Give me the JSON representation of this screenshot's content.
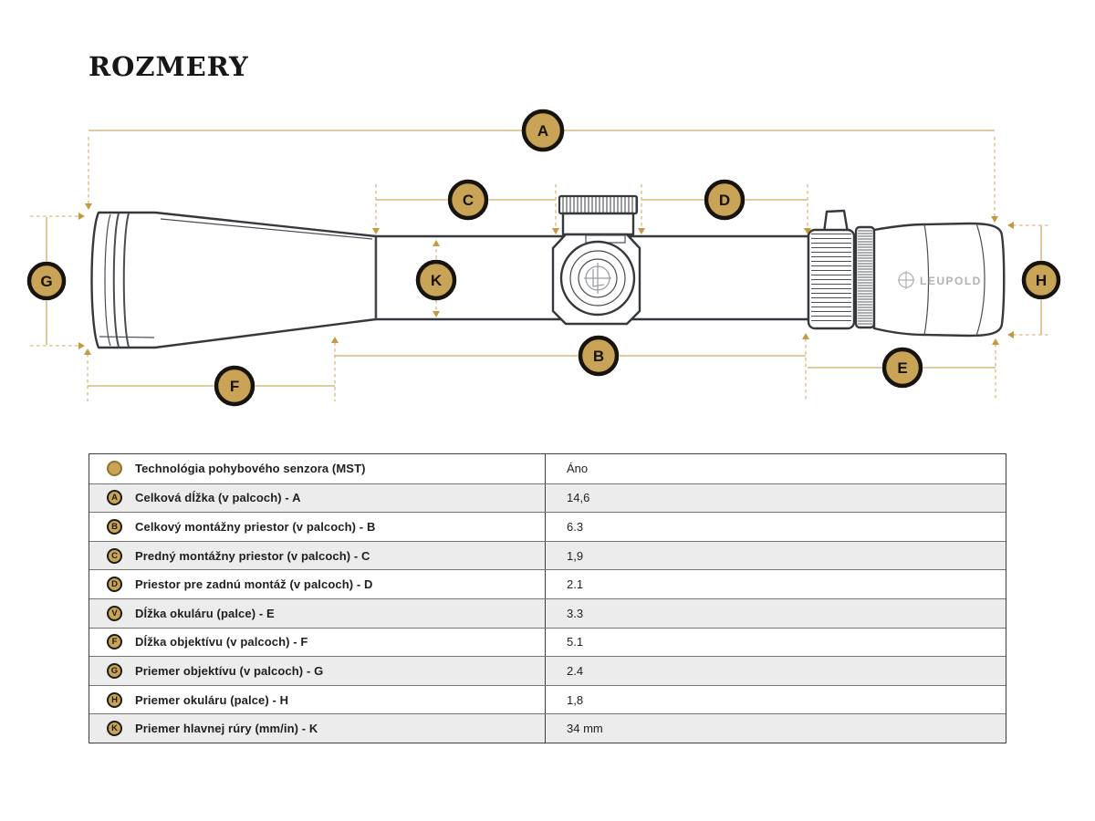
{
  "page_title": "ROZMERY",
  "diagram": {
    "wordmark": "LEUPOLD",
    "badges": {
      "a": "A",
      "b": "B",
      "c": "C",
      "d": "D",
      "e": "E",
      "f": "F",
      "g": "G",
      "h": "H",
      "k": "K"
    }
  },
  "table": {
    "rows": [
      {
        "badge": "",
        "label": "Technológia pohybového senzora (MST)",
        "value": "Áno"
      },
      {
        "badge": "A",
        "label": "Celková dĺžka (v palcoch) - A",
        "value": "14,6"
      },
      {
        "badge": "B",
        "label": "Celkový montážny priestor (v palcoch) - B",
        "value": "6.3"
      },
      {
        "badge": "C",
        "label": "Predný montážny priestor (v palcoch) - C",
        "value": "1,9"
      },
      {
        "badge": "D",
        "label": "Priestor pre zadnú montáž (v palcoch) - D",
        "value": "2.1"
      },
      {
        "badge": "V",
        "label": "Dĺžka okuláru (palce) - E",
        "value": "3.3"
      },
      {
        "badge": "F",
        "label": "Dĺžka objektívu (v palcoch) - F",
        "value": "5.1"
      },
      {
        "badge": "G",
        "label": "Priemer objektívu (v palcoch) - G",
        "value": "2.4"
      },
      {
        "badge": "H",
        "label": "Priemer okuláru (palce) - H",
        "value": "1,8"
      },
      {
        "badge": "K",
        "label": "Priemer hlavnej rúry (mm/in) - K",
        "value": "34 mm"
      }
    ]
  },
  "colors": {
    "badge_gold": "#c9a456",
    "line_gold": "#d6ba82",
    "arrow_gold": "#c49a3f",
    "outline": "#35383d",
    "alt_row": "#ececec",
    "logo_gray": "#b2b2b2"
  }
}
